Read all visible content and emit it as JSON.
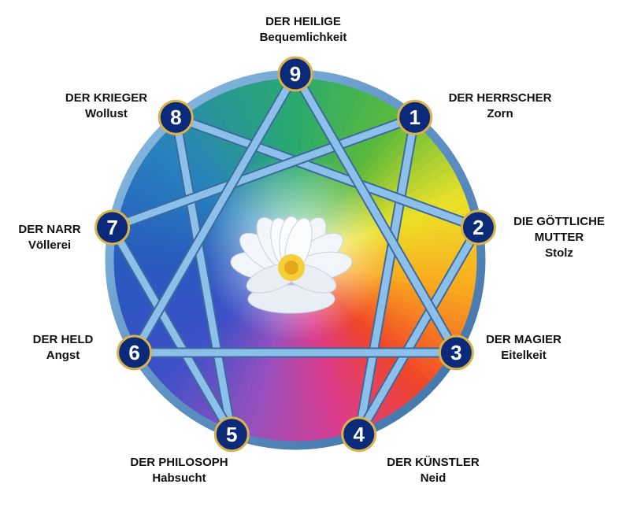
{
  "colors": {
    "ring": "#6fa0cc",
    "ring_dark": "#4a7fb0",
    "node_fill": "#0c2a7a",
    "node_border": "#d9b24a",
    "node_text": "#ffffff"
  },
  "lotus_icon": "white-lotus-flower",
  "points": [
    {
      "num": "9",
      "title": [
        "DER HEILIGE"
      ],
      "vice": "Bequemlichkeit"
    },
    {
      "num": "1",
      "title": [
        "DER HERRSCHER"
      ],
      "vice": "Zorn"
    },
    {
      "num": "2",
      "title": [
        "DIE GÖTTLICHE",
        "MUTTER"
      ],
      "vice": "Stolz"
    },
    {
      "num": "3",
      "title": [
        "DER MAGIER"
      ],
      "vice": "Eitelkeit"
    },
    {
      "num": "4",
      "title": [
        "DER KÜNSTLER"
      ],
      "vice": "Neid"
    },
    {
      "num": "5",
      "title": [
        "DER PHILOSOPH"
      ],
      "vice": "Habsucht"
    },
    {
      "num": "6",
      "title": [
        "DER HELD"
      ],
      "vice": "Angst"
    },
    {
      "num": "7",
      "title": [
        "DER NARR"
      ],
      "vice": "Völlerei"
    },
    {
      "num": "8",
      "title": [
        "DER KRIEGER"
      ],
      "vice": "Wollust"
    }
  ]
}
